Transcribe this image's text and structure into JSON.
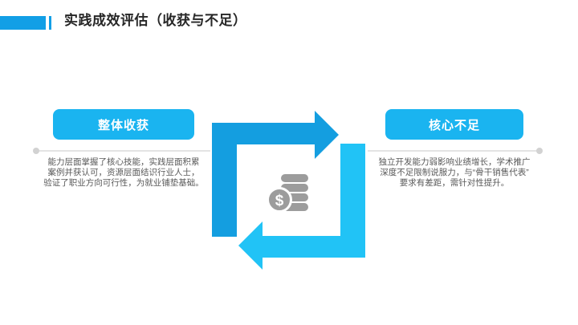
{
  "slide": {
    "title": "实践成效评估（收获与不足）"
  },
  "left_section": {
    "button_label": "整体收获",
    "lines": [
      "能力层面掌握了核心技能，实践层面积累",
      "案例并获认可，资源层面结识行业人士，",
      "验证了职业方向可行性，为就业铺垫基础。"
    ]
  },
  "right_section": {
    "button_label": "核心不足",
    "lines": [
      "独立开发能力弱影响业绩增长，学术推广",
      "深度不足限制说服力，与“骨干销售代表”",
      "要求有差距，需针对性提升。"
    ]
  },
  "center_graphic": {
    "icon": "coin-stack-dollar-icon",
    "dollar_symbol": "$"
  },
  "colors": {
    "accent_blue": "#129fe6",
    "button_blue": "#1ab4f0",
    "arrow_dark": "#149ee0",
    "arrow_light": "#21c3f6",
    "icon_gray": "#9c9c9c",
    "text_gray": "#595959",
    "line_gray": "#e3e3e3",
    "dot_gray": "#d2d2d2"
  }
}
